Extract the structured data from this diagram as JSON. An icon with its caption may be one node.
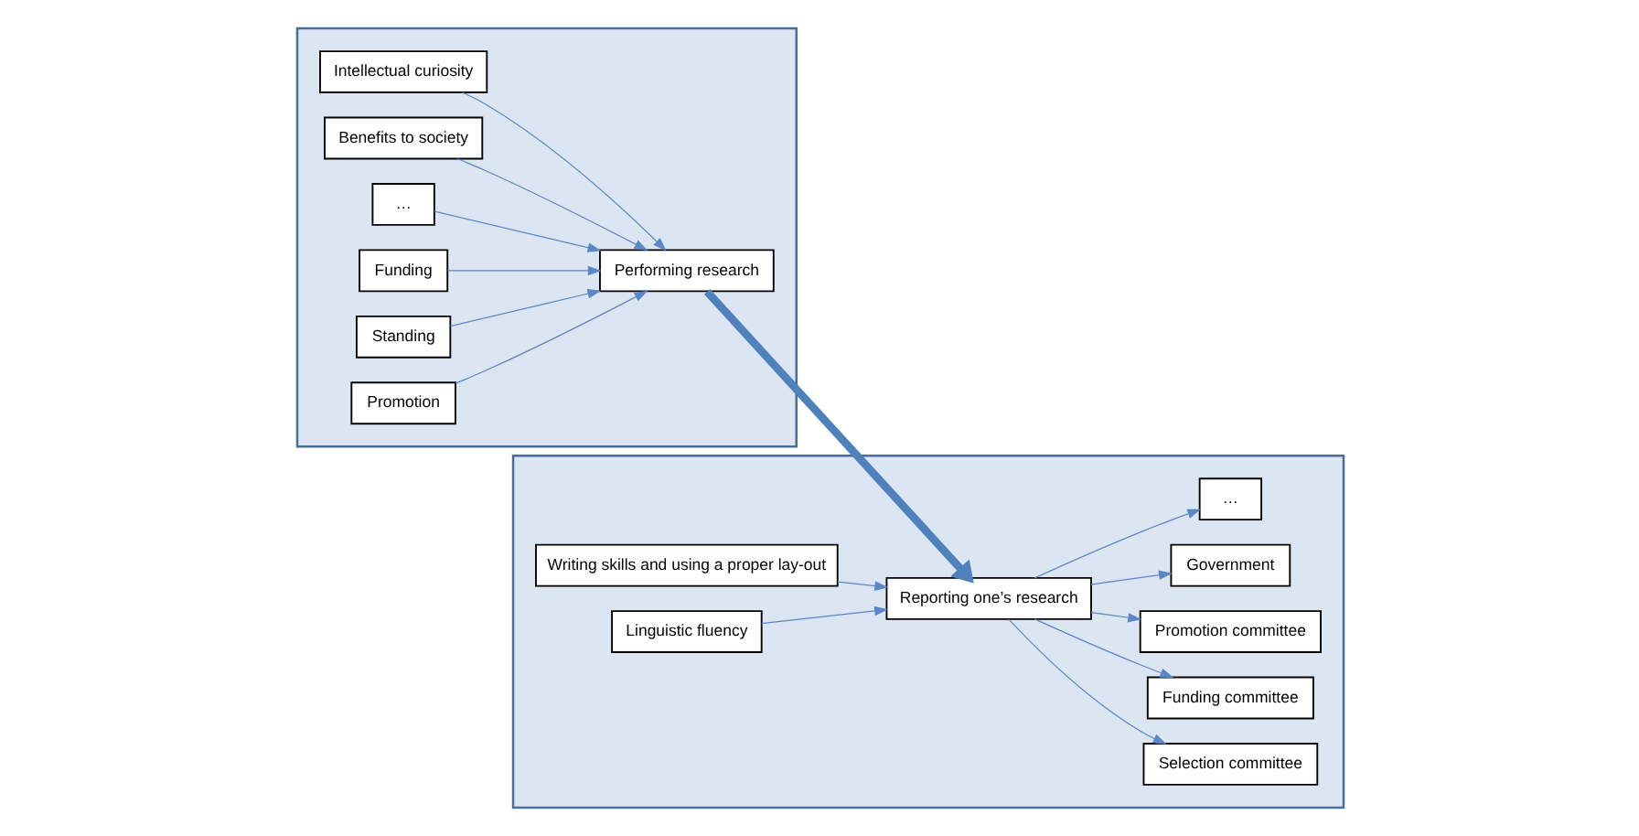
{
  "diagram": {
    "nodes": [
      {
        "text": [],
        "shape": "box"
      },
      {
        "text": [],
        "shape": "box"
      },
      {
        "text": [
          "Intellectual curiosity"
        ],
        "in": 0
      },
      {
        "text": [
          "Benefits to society"
        ],
        "in": 0
      },
      {
        "text": [
          "…"
        ],
        "in": 0
      },
      {
        "text": [
          "Performing research"
        ],
        "in": 0
      },
      {
        "text": [
          "Funding"
        ],
        "in": 0
      },
      {
        "text": [
          "Standing"
        ],
        "in": 0
      },
      {
        "text": [
          "Promotion"
        ],
        "in": 0
      },
      {
        "text": [
          "Writing skills and using a proper lay-out"
        ],
        "in": 1
      },
      {
        "text": [
          "Selection committee"
        ],
        "in": 1
      },
      {
        "text": [
          "Reporting one’s research"
        ],
        "in": 1
      },
      {
        "text": [
          "Funding committee"
        ],
        "in": 1
      },
      {
        "text": [
          "Promotion committee"
        ],
        "in": 1
      },
      {
        "text": [
          "Linguistic fluency"
        ],
        "in": 1
      },
      {
        "text": [
          "Government"
        ],
        "in": 1
      },
      {
        "text": [
          "…"
        ],
        "in": 1
      }
    ],
    "edges": [
      {
        "from": 2,
        "to": 5,
        "arrow": "to"
      },
      {
        "from": 3,
        "to": 5,
        "arrow": "to"
      },
      {
        "from": 4,
        "to": 5,
        "arrow": "to"
      },
      {
        "from": 6,
        "to": 5,
        "arrow": "to"
      },
      {
        "from": 7,
        "to": 5,
        "arrow": "to"
      },
      {
        "from": 8,
        "to": 5,
        "arrow": "to"
      },
      {
        "from": 5,
        "to": 11,
        "arrow": "to",
        "style": "thick",
        "color": "#4f81bd"
      },
      {
        "from": 9,
        "to": 11,
        "arrow": "to"
      },
      {
        "from": 14,
        "to": 11,
        "arrow": "to"
      },
      {
        "from": 11,
        "to": 10,
        "arrow": "to"
      },
      {
        "from": 11,
        "to": 12,
        "arrow": "to"
      },
      {
        "from": 11,
        "to": 13,
        "arrow": "to"
      },
      {
        "from": 11,
        "to": 15,
        "arrow": "to"
      },
      {
        "from": 11,
        "to": 16,
        "arrow": "to"
      }
    ]
  }
}
